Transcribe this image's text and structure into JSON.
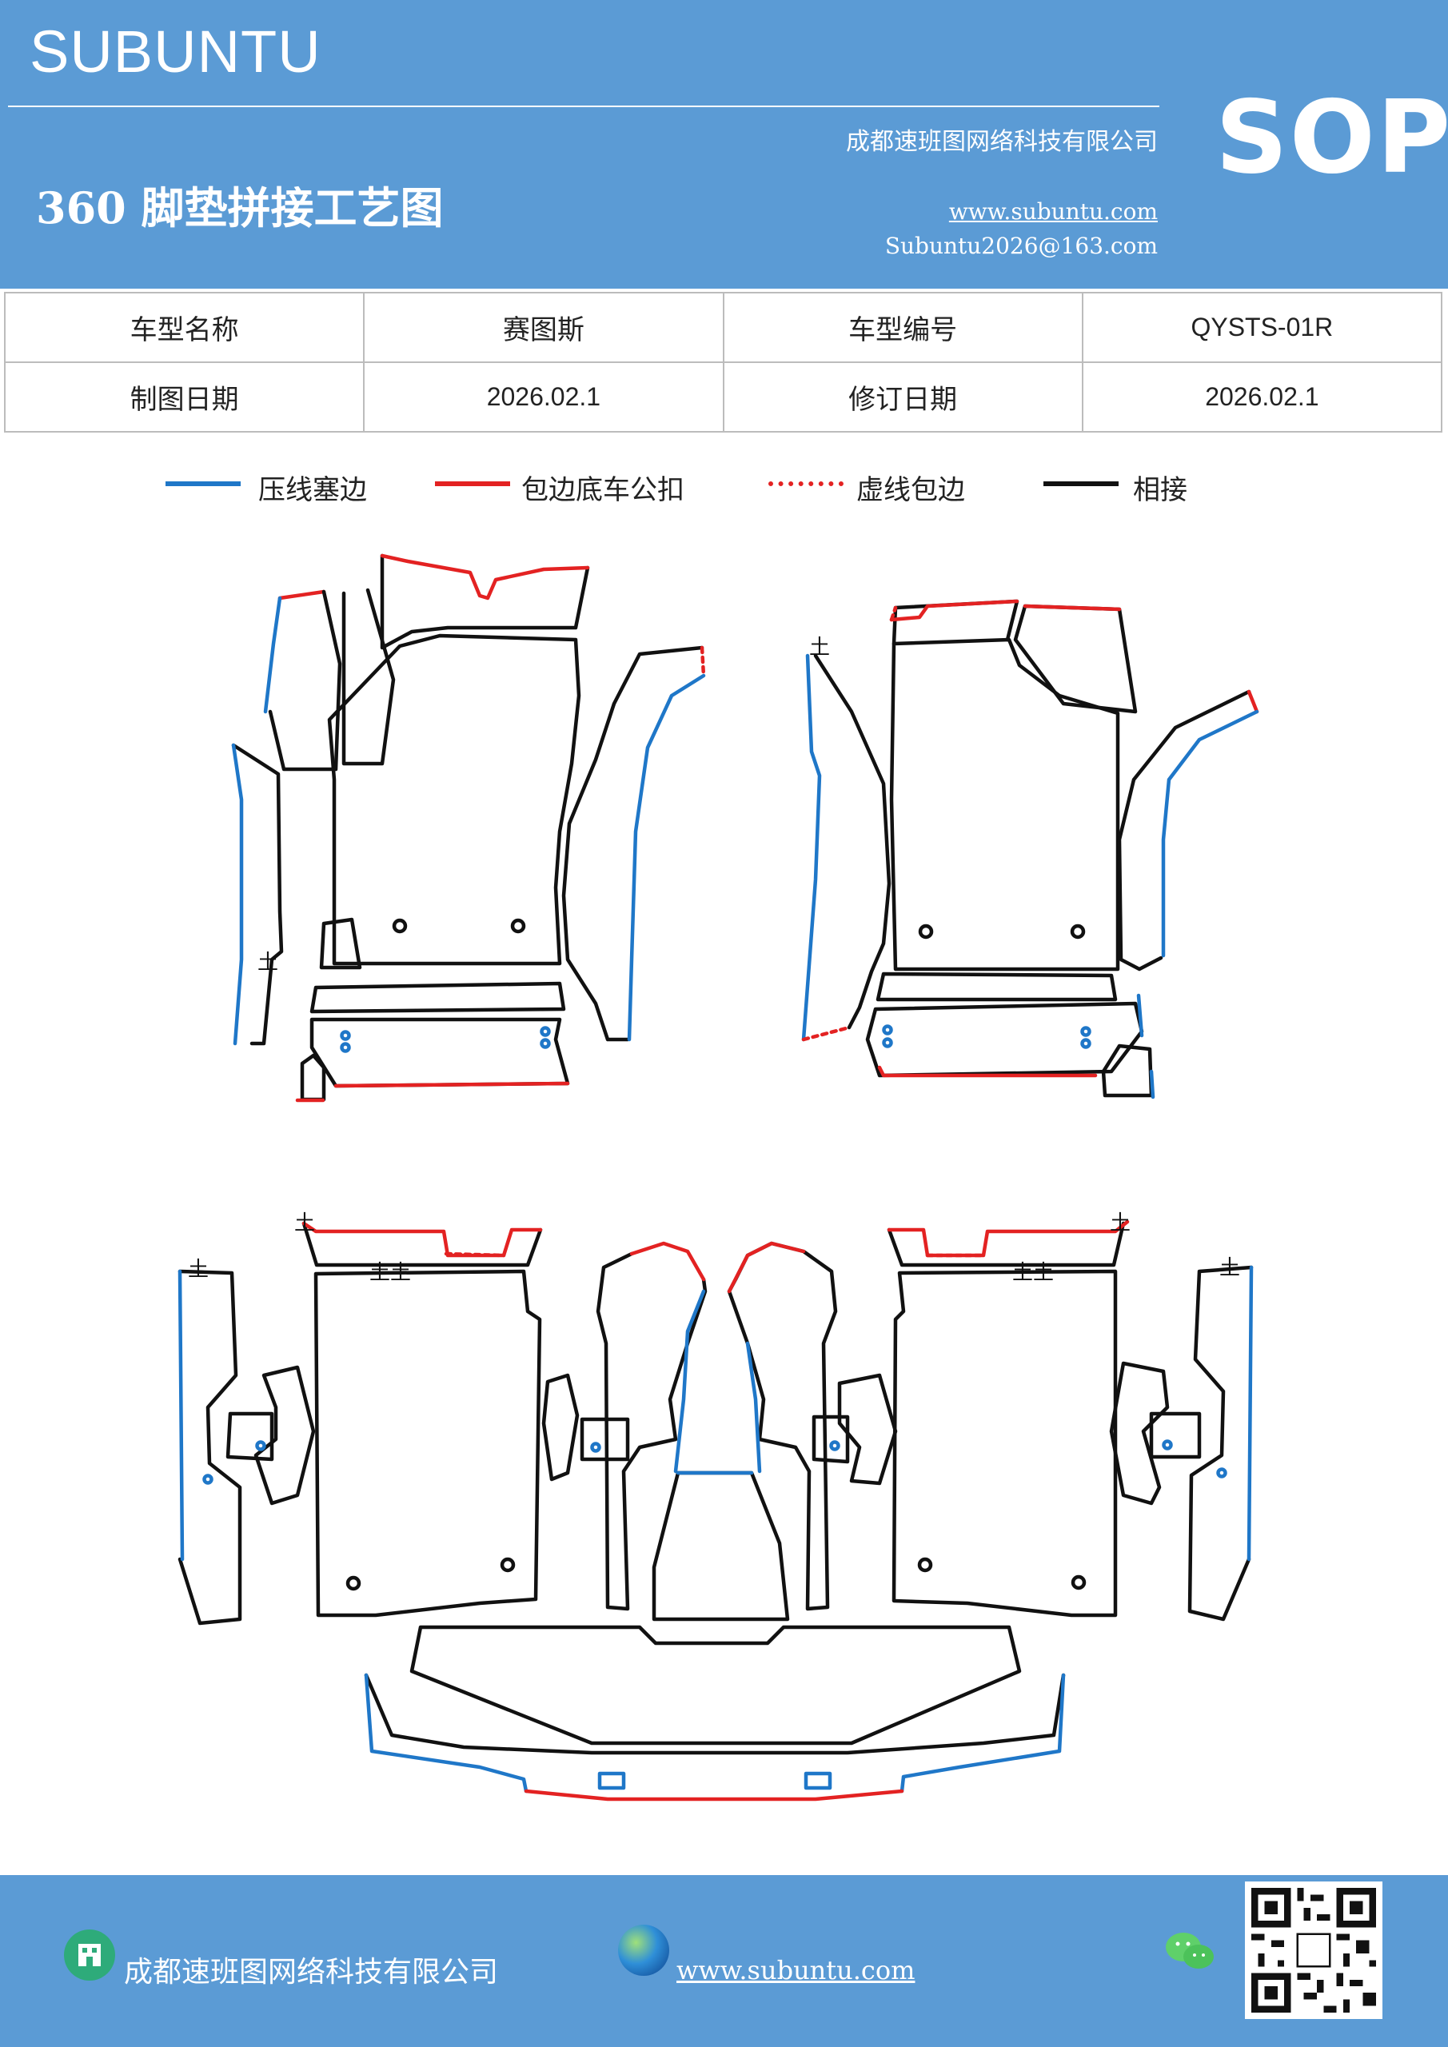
{
  "header": {
    "brand": "SUBUNTU",
    "company": "成都速班图网络科技有限公司",
    "title": "360 脚垫拼接工艺图",
    "website": "www.subuntu.com",
    "email": "Subuntu2026@163.com",
    "badge": "SOP"
  },
  "info_table": {
    "model_name_label": "车型名称",
    "model_name": "赛图斯",
    "model_code_label": "车型编号",
    "model_code": "QYSTS-01R",
    "draw_date_label": "制图日期",
    "draw_date": "2026.02.1",
    "revise_date_label": "修订日期",
    "revise_date": "2026.02.1"
  },
  "legend": [
    {
      "label": "压线塞边",
      "color": "#1f77c8",
      "style": "solid"
    },
    {
      "label": "包边底车公扣",
      "color": "#e32222",
      "style": "solid"
    },
    {
      "label": "虚线包边",
      "color": "#e32222",
      "style": "dotted"
    },
    {
      "label": "相接",
      "color": "#111111",
      "style": "solid"
    }
  ],
  "colors": {
    "header_bg": "#5b9bd5",
    "blue_line": "#1f77c8",
    "red_line": "#e32222",
    "black_line": "#111111"
  },
  "footer": {
    "company": "成都速班图网络科技有限公司",
    "website": "www.subuntu.com ",
    "icons": [
      "building-icon",
      "globe-icon",
      "wechat-icon",
      "qr-code"
    ]
  }
}
